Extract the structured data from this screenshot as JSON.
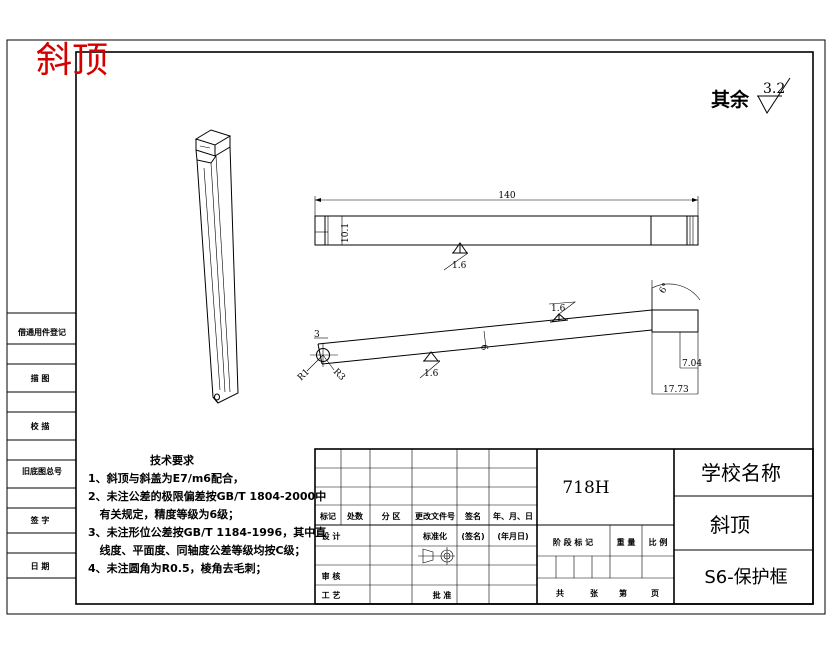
{
  "stamp_title": "斜顶",
  "surface_note": {
    "prefix": "其余",
    "roughness": "3.2"
  },
  "dimensions": {
    "length": "140",
    "height": "10.1",
    "roughness_top_view": "1.6",
    "roughness_slope_top": "1.6",
    "roughness_slope_bottom": "1.6",
    "angle": "6°",
    "small_width": "3",
    "thickness": "6",
    "r1": "R1",
    "r3": "R3",
    "step_h": "7.04",
    "step_w": "17.73"
  },
  "left_strip": {
    "items": [
      "借通用件登记",
      "描 图",
      "校 描",
      "旧底图总号",
      "签 字",
      "日 期"
    ]
  },
  "tech_requirements": {
    "title": "技术要求",
    "lines": [
      "1、斜顶与斜盖为E7/m6配合，",
      "2、未注公差的极限偏差按GB/T 1804-2000中",
      "   有关规定，精度等级为6级；",
      "3、未注形位公差按GB/T 1184-1996，其中直",
      "   线度、平面度、同轴度公差等级均按C级；",
      "4、未注圆角为R0.5，棱角去毛刺；"
    ]
  },
  "title_block": {
    "revision_headers": [
      "标记",
      "处数",
      "分 区",
      "更改文件号",
      "签名",
      "年、月、日"
    ],
    "design": "设 计",
    "standardization": "标准化",
    "signature": "(签名)",
    "date": "(年月日)",
    "review": "审 核",
    "process": "工 艺",
    "approve": "批 准",
    "stage_headers": [
      "阶 段 标 记",
      "重 量",
      "比 例"
    ],
    "sheet_footer": [
      "共",
      "张",
      "第",
      "页"
    ],
    "material": "718H",
    "school": "学校名称",
    "part_name": "斜顶",
    "drawing_no": "S6-保护框"
  }
}
